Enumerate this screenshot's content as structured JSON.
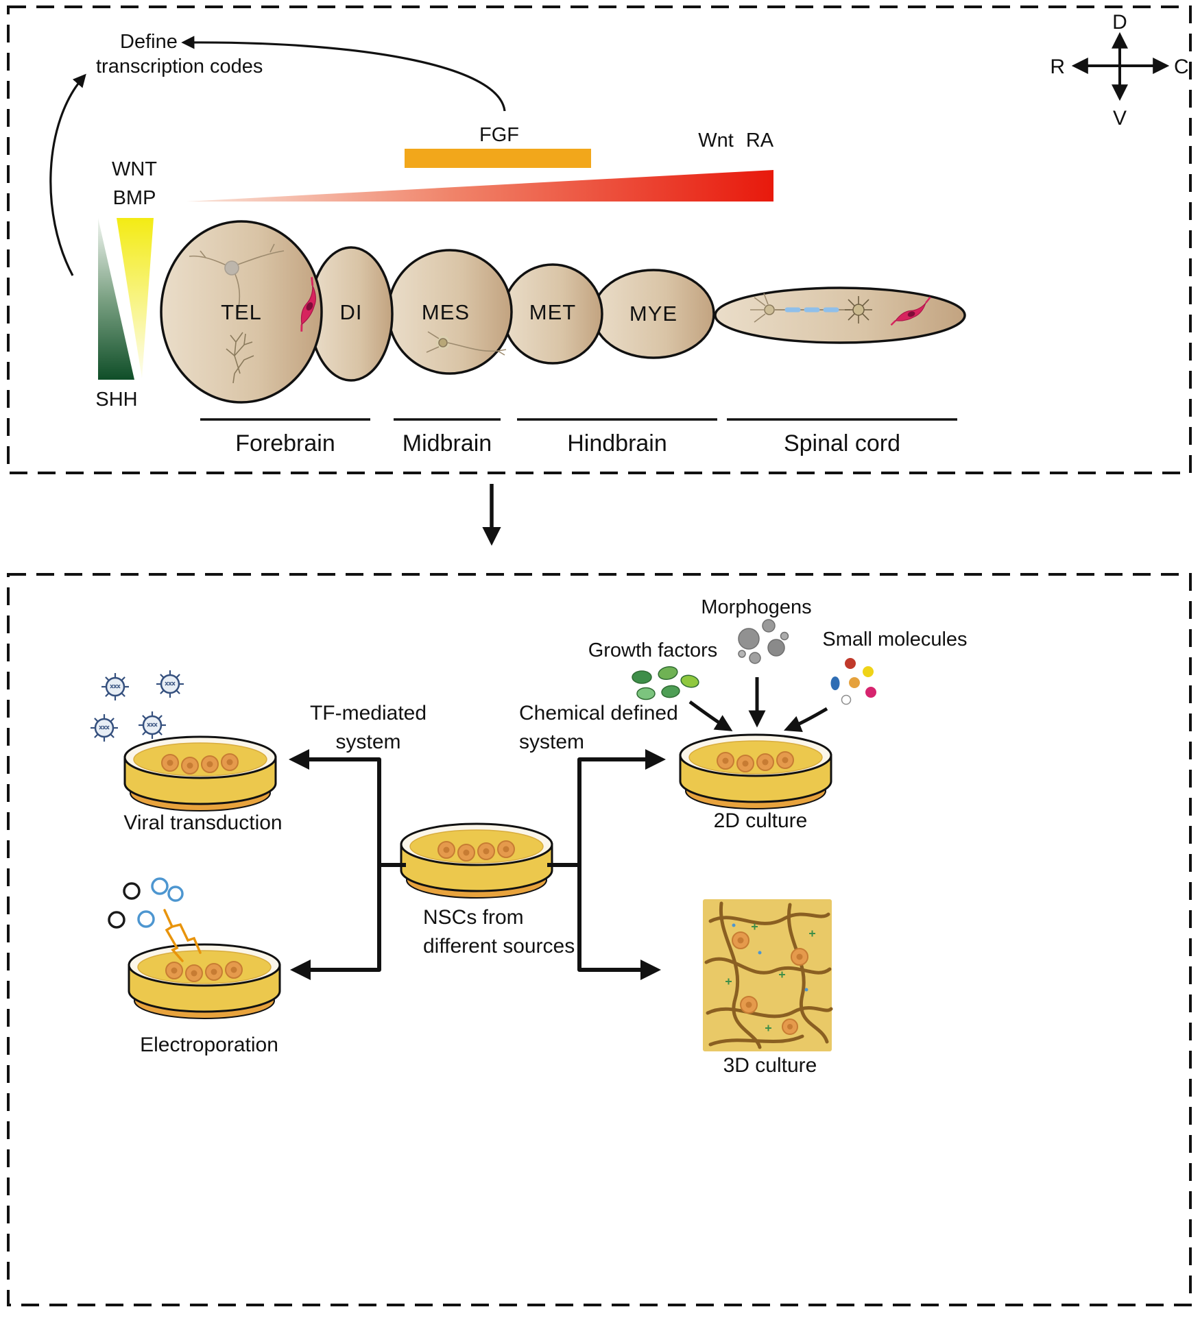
{
  "figure": {
    "top_panel": {
      "define_line1": "Define",
      "define_line2": "transcription codes",
      "compass": {
        "up": "D",
        "down": "V",
        "left": "R",
        "right": "C"
      },
      "fgf_label": "FGF",
      "wnt_label": "Wnt",
      "ra_label": "RA",
      "wnt_left_label": "WNT",
      "bmp_label": "BMP",
      "shh_label": "SHH",
      "regions": [
        {
          "abbr": "TEL"
        },
        {
          "abbr": "DI"
        },
        {
          "abbr": "MES"
        },
        {
          "abbr": "MET"
        },
        {
          "abbr": "MYE"
        }
      ],
      "areas": [
        {
          "label": "Forebrain"
        },
        {
          "label": "Midbrain"
        },
        {
          "label": "Hindbrain"
        },
        {
          "label": "Spinal cord"
        }
      ]
    },
    "bottom_panel": {
      "morphogens_label": "Morphogens",
      "growth_factors_label": "Growth factors",
      "small_molecules_label": "Small molecules",
      "tf_system_line1": "TF-mediated",
      "tf_system_line2": "system",
      "chemical_system_line1": "Chemical defined",
      "chemical_system_line2": "system",
      "viral_label": "Viral transduction",
      "electroporation_label": "Electroporation",
      "nsc_line1": "NSCs from",
      "nsc_line2": "different sources",
      "culture_2d_label": "2D culture",
      "culture_3d_label": "3D culture"
    }
  },
  "colors": {
    "fgf_bar": "#F2A71B",
    "wedge_red": "#E8190C",
    "wedge_yellow": "#F3EB14",
    "wedge_green": "#0F4E28",
    "brain_tan": "#D8C3A4",
    "dish_medium": "#ECC84D",
    "dish_base": "#E8A33D",
    "cell_orange": "#E59A4C",
    "pink_cell": "#D6245E",
    "virus_blue": "#35507E",
    "plasmid_blue": "#4D96D0",
    "spark_orange": "#E8940C",
    "matrix_tan": "#E9C967",
    "fiber_brown": "#8A5F22"
  }
}
